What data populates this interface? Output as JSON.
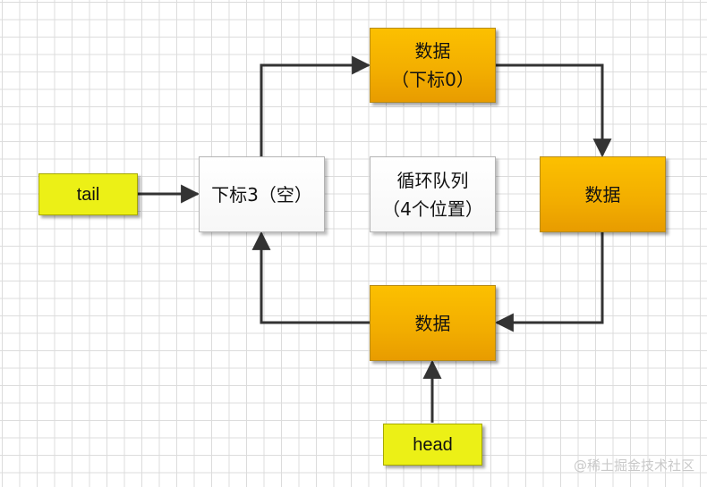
{
  "nodes": {
    "data_top": {
      "line1": "数据",
      "line2": "（下标0）"
    },
    "data_right": {
      "label": "数据"
    },
    "data_bottom": {
      "label": "数据"
    },
    "index3": {
      "label": "下标3（空）"
    },
    "center": {
      "line1": "循环队列",
      "line2": "（4个位置）"
    },
    "tail": {
      "label": "tail"
    },
    "head": {
      "label": "head"
    }
  },
  "watermark": "@稀土掘金技术社区",
  "colors": {
    "data_fill": "#f5b400",
    "pointer_fill": "#ecf016",
    "empty_fill": "#ffffff",
    "arrow": "#333333"
  }
}
